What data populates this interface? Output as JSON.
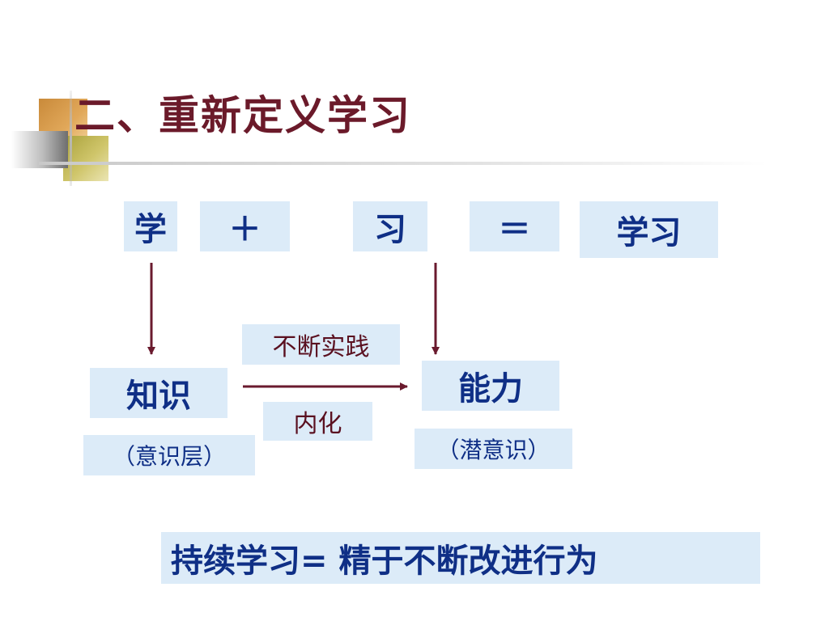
{
  "slide": {
    "title": "二、重新定义学习",
    "equation": {
      "xue": "学",
      "plus": "＋",
      "xi": "习",
      "equals": "＝",
      "result": "学习"
    },
    "knowledge": "知识",
    "knowledge_note": "（意识层）",
    "ability": "能力",
    "ability_note": "（潜意识）",
    "practice_label": "不断实践",
    "internalize_label": "内化",
    "bottom_statement": "持续学习= 精于不断改进行为"
  },
  "colors": {
    "title": "#6b1a2a",
    "box_fill": "#dcebf8",
    "box_text": "#0f2f86",
    "arrow": "#6a1a2e"
  }
}
